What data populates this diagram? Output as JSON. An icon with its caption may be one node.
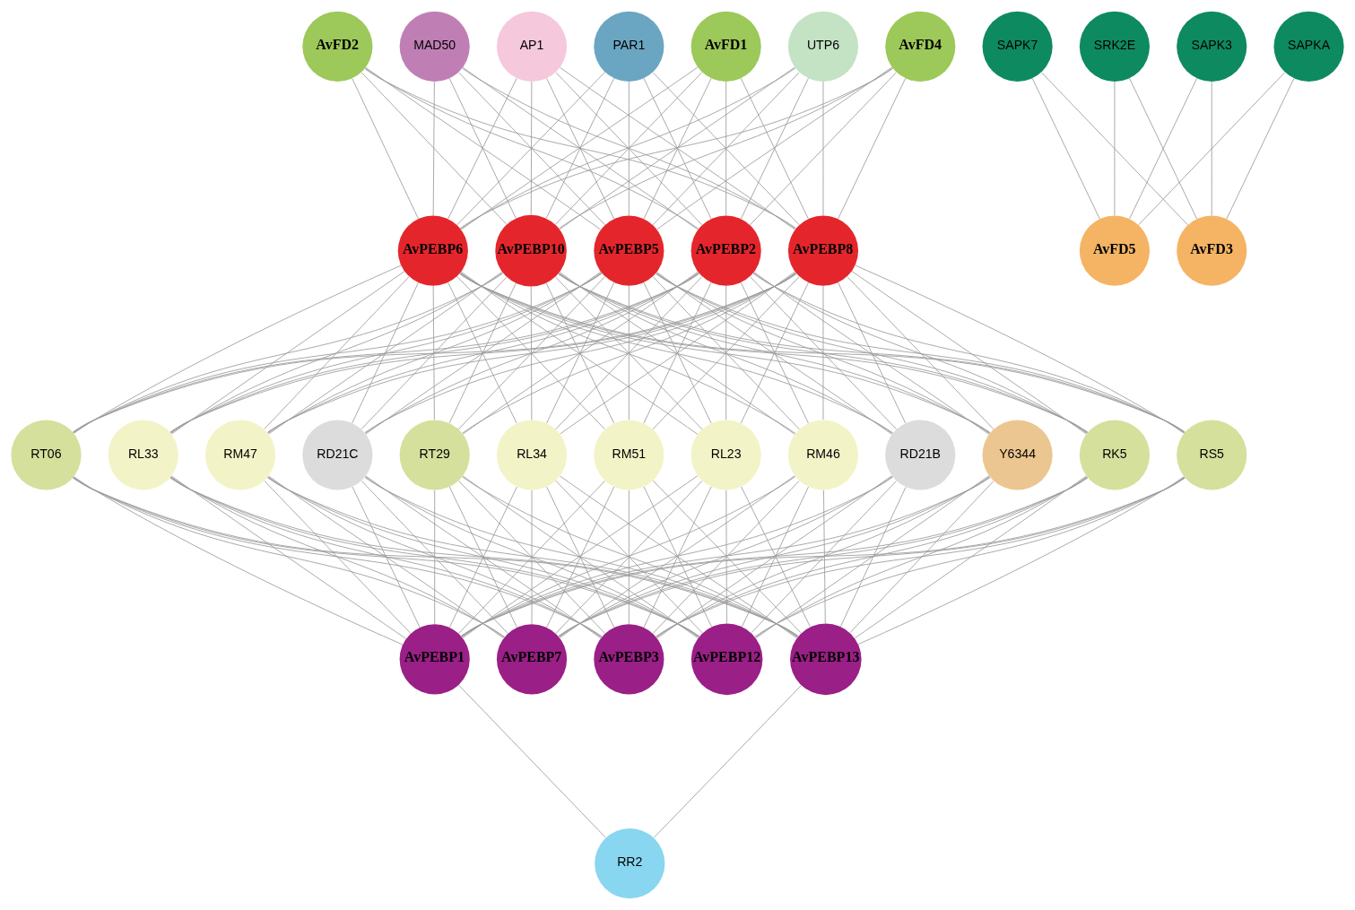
{
  "diagram": {
    "nodes": [
      {
        "text": [
          "MAD50"
        ]
      },
      {
        "text": [
          "AP1"
        ]
      },
      {
        "text": [
          "PAR1"
        ]
      },
      {
        "text": [
          "SAPK3"
        ]
      },
      {
        "text": [
          "SAPKA"
        ]
      },
      {
        "text": [
          "AvFD1"
        ]
      },
      {
        "text": [
          "AvPEBP8"
        ]
      },
      {
        "text": [
          "UTP6"
        ]
      },
      {
        "text": [
          "SAPK7"
        ]
      },
      {
        "text": [
          "SRK2E"
        ]
      },
      {
        "text": [
          "AvFD4"
        ]
      },
      {
        "text": [
          "AvPEBP6"
        ]
      },
      {
        "text": [
          "AvPEBP10"
        ]
      },
      {
        "text": [
          "AvFD2"
        ]
      },
      {
        "text": [
          "AvFD5"
        ]
      },
      {
        "text": [
          "AvFD3"
        ]
      },
      {
        "text": [
          "AvPEBP5"
        ]
      },
      {
        "text": [
          "AvPEBP2"
        ]
      },
      {
        "text": [
          "RL23"
        ]
      },
      {
        "text": [
          "RM46"
        ]
      },
      {
        "text": [
          "RD21B"
        ]
      },
      {
        "text": [
          "Y6344"
        ]
      },
      {
        "text": [
          "RK5"
        ]
      },
      {
        "text": [
          "RS5"
        ]
      },
      {
        "text": [
          "RT06"
        ]
      },
      {
        "text": [
          "RL33"
        ]
      },
      {
        "text": [
          "RM47"
        ]
      },
      {
        "text": [
          "RD21C"
        ]
      },
      {
        "text": [
          "RT29"
        ]
      },
      {
        "text": [
          "RL34"
        ]
      },
      {
        "text": [
          "RM51"
        ]
      },
      {
        "text": [
          "AvPEBP1"
        ]
      },
      {
        "text": [
          "AvPEBP7"
        ]
      },
      {
        "text": [
          "AvPEBP3"
        ]
      },
      {
        "text": [
          "AvPEBP13"
        ]
      },
      {
        "text": [
          "AvPEBP12"
        ]
      },
      {
        "text": [
          "RR2"
        ]
      }
    ],
    "edges": [
      {
        "from": 0,
        "to": 6,
        "arrow": "none"
      },
      {
        "from": 0,
        "to": 11,
        "arrow": "none"
      },
      {
        "from": 0,
        "to": 12,
        "arrow": "none"
      },
      {
        "from": 0,
        "to": 16,
        "arrow": "none"
      },
      {
        "from": 0,
        "to": 17,
        "arrow": "none"
      },
      {
        "from": 1,
        "to": 6,
        "arrow": "none"
      },
      {
        "from": 1,
        "to": 11,
        "arrow": "none"
      },
      {
        "from": 1,
        "to": 12,
        "arrow": "none"
      },
      {
        "from": 1,
        "to": 16,
        "arrow": "none"
      },
      {
        "from": 1,
        "to": 17,
        "arrow": "none"
      },
      {
        "from": 2,
        "to": 6,
        "arrow": "none"
      },
      {
        "from": 2,
        "to": 11,
        "arrow": "none"
      },
      {
        "from": 2,
        "to": 12,
        "arrow": "none"
      },
      {
        "from": 2,
        "to": 16,
        "arrow": "none"
      },
      {
        "from": 2,
        "to": 17,
        "arrow": "none"
      },
      {
        "from": 5,
        "to": 6,
        "arrow": "none"
      },
      {
        "from": 5,
        "to": 11,
        "arrow": "none"
      },
      {
        "from": 5,
        "to": 12,
        "arrow": "none"
      },
      {
        "from": 5,
        "to": 16,
        "arrow": "none"
      },
      {
        "from": 5,
        "to": 17,
        "arrow": "none"
      },
      {
        "from": 10,
        "to": 6,
        "arrow": "none"
      },
      {
        "from": 10,
        "to": 11,
        "arrow": "none"
      },
      {
        "from": 10,
        "to": 12,
        "arrow": "none"
      },
      {
        "from": 10,
        "to": 16,
        "arrow": "none"
      },
      {
        "from": 10,
        "to": 17,
        "arrow": "none"
      },
      {
        "from": 13,
        "to": 6,
        "arrow": "none"
      },
      {
        "from": 13,
        "to": 11,
        "arrow": "none"
      },
      {
        "from": 13,
        "to": 12,
        "arrow": "none"
      },
      {
        "from": 13,
        "to": 16,
        "arrow": "none"
      },
      {
        "from": 13,
        "to": 17,
        "arrow": "none"
      },
      {
        "from": 7,
        "to": 6,
        "arrow": "none"
      },
      {
        "from": 7,
        "to": 11,
        "arrow": "none"
      },
      {
        "from": 7,
        "to": 12,
        "arrow": "none"
      },
      {
        "from": 7,
        "to": 16,
        "arrow": "none"
      },
      {
        "from": 7,
        "to": 17,
        "arrow": "none"
      },
      {
        "from": 6,
        "to": 18,
        "arrow": "none"
      },
      {
        "from": 6,
        "to": 19,
        "arrow": "none"
      },
      {
        "from": 6,
        "to": 25,
        "arrow": "none"
      },
      {
        "from": 6,
        "to": 26,
        "arrow": "none"
      },
      {
        "from": 6,
        "to": 29,
        "arrow": "none"
      },
      {
        "from": 6,
        "to": 30,
        "arrow": "none"
      },
      {
        "from": 6,
        "to": 20,
        "arrow": "none"
      },
      {
        "from": 6,
        "to": 27,
        "arrow": "none"
      },
      {
        "from": 6,
        "to": 21,
        "arrow": "none"
      },
      {
        "from": 6,
        "to": 22,
        "arrow": "none"
      },
      {
        "from": 6,
        "to": 23,
        "arrow": "none"
      },
      {
        "from": 6,
        "to": 24,
        "arrow": "none"
      },
      {
        "from": 6,
        "to": 28,
        "arrow": "none"
      },
      {
        "from": 11,
        "to": 18,
        "arrow": "none"
      },
      {
        "from": 11,
        "to": 19,
        "arrow": "none"
      },
      {
        "from": 11,
        "to": 25,
        "arrow": "none"
      },
      {
        "from": 11,
        "to": 26,
        "arrow": "none"
      },
      {
        "from": 11,
        "to": 29,
        "arrow": "none"
      },
      {
        "from": 11,
        "to": 30,
        "arrow": "none"
      },
      {
        "from": 11,
        "to": 20,
        "arrow": "none"
      },
      {
        "from": 11,
        "to": 27,
        "arrow": "none"
      },
      {
        "from": 11,
        "to": 21,
        "arrow": "none"
      },
      {
        "from": 11,
        "to": 22,
        "arrow": "none"
      },
      {
        "from": 11,
        "to": 23,
        "arrow": "none"
      },
      {
        "from": 11,
        "to": 24,
        "arrow": "none"
      },
      {
        "from": 11,
        "to": 28,
        "arrow": "none"
      },
      {
        "from": 12,
        "to": 18,
        "arrow": "none"
      },
      {
        "from": 12,
        "to": 19,
        "arrow": "none"
      },
      {
        "from": 12,
        "to": 25,
        "arrow": "none"
      },
      {
        "from": 12,
        "to": 26,
        "arrow": "none"
      },
      {
        "from": 12,
        "to": 29,
        "arrow": "none"
      },
      {
        "from": 12,
        "to": 30,
        "arrow": "none"
      },
      {
        "from": 12,
        "to": 20,
        "arrow": "none"
      },
      {
        "from": 12,
        "to": 27,
        "arrow": "none"
      },
      {
        "from": 12,
        "to": 21,
        "arrow": "none"
      },
      {
        "from": 12,
        "to": 22,
        "arrow": "none"
      },
      {
        "from": 12,
        "to": 23,
        "arrow": "none"
      },
      {
        "from": 12,
        "to": 24,
        "arrow": "none"
      },
      {
        "from": 12,
        "to": 28,
        "arrow": "none"
      },
      {
        "from": 16,
        "to": 18,
        "arrow": "none"
      },
      {
        "from": 16,
        "to": 19,
        "arrow": "none"
      },
      {
        "from": 16,
        "to": 25,
        "arrow": "none"
      },
      {
        "from": 16,
        "to": 26,
        "arrow": "none"
      },
      {
        "from": 16,
        "to": 29,
        "arrow": "none"
      },
      {
        "from": 16,
        "to": 30,
        "arrow": "none"
      },
      {
        "from": 16,
        "to": 20,
        "arrow": "none"
      },
      {
        "from": 16,
        "to": 27,
        "arrow": "none"
      },
      {
        "from": 16,
        "to": 21,
        "arrow": "none"
      },
      {
        "from": 16,
        "to": 22,
        "arrow": "none"
      },
      {
        "from": 16,
        "to": 23,
        "arrow": "none"
      },
      {
        "from": 16,
        "to": 24,
        "arrow": "none"
      },
      {
        "from": 16,
        "to": 28,
        "arrow": "none"
      },
      {
        "from": 17,
        "to": 18,
        "arrow": "none"
      },
      {
        "from": 17,
        "to": 19,
        "arrow": "none"
      },
      {
        "from": 17,
        "to": 25,
        "arrow": "none"
      },
      {
        "from": 17,
        "to": 26,
        "arrow": "none"
      },
      {
        "from": 17,
        "to": 29,
        "arrow": "none"
      },
      {
        "from": 17,
        "to": 30,
        "arrow": "none"
      },
      {
        "from": 17,
        "to": 20,
        "arrow": "none"
      },
      {
        "from": 17,
        "to": 27,
        "arrow": "none"
      },
      {
        "from": 17,
        "to": 21,
        "arrow": "none"
      },
      {
        "from": 17,
        "to": 22,
        "arrow": "none"
      },
      {
        "from": 17,
        "to": 23,
        "arrow": "none"
      },
      {
        "from": 17,
        "to": 24,
        "arrow": "none"
      },
      {
        "from": 17,
        "to": 28,
        "arrow": "none"
      },
      {
        "from": 18,
        "to": 31,
        "arrow": "none"
      },
      {
        "from": 18,
        "to": 32,
        "arrow": "none"
      },
      {
        "from": 18,
        "to": 33,
        "arrow": "none"
      },
      {
        "from": 18,
        "to": 34,
        "arrow": "none"
      },
      {
        "from": 18,
        "to": 35,
        "arrow": "none"
      },
      {
        "from": 25,
        "to": 31,
        "arrow": "none"
      },
      {
        "from": 25,
        "to": 32,
        "arrow": "none"
      },
      {
        "from": 25,
        "to": 33,
        "arrow": "none"
      },
      {
        "from": 25,
        "to": 34,
        "arrow": "none"
      },
      {
        "from": 25,
        "to": 35,
        "arrow": "none"
      },
      {
        "from": 29,
        "to": 31,
        "arrow": "none"
      },
      {
        "from": 29,
        "to": 32,
        "arrow": "none"
      },
      {
        "from": 29,
        "to": 33,
        "arrow": "none"
      },
      {
        "from": 29,
        "to": 34,
        "arrow": "none"
      },
      {
        "from": 29,
        "to": 35,
        "arrow": "none"
      },
      {
        "from": 19,
        "to": 31,
        "arrow": "none"
      },
      {
        "from": 19,
        "to": 32,
        "arrow": "none"
      },
      {
        "from": 19,
        "to": 33,
        "arrow": "none"
      },
      {
        "from": 19,
        "to": 34,
        "arrow": "none"
      },
      {
        "from": 19,
        "to": 35,
        "arrow": "none"
      },
      {
        "from": 26,
        "to": 31,
        "arrow": "none"
      },
      {
        "from": 26,
        "to": 32,
        "arrow": "none"
      },
      {
        "from": 26,
        "to": 33,
        "arrow": "none"
      },
      {
        "from": 26,
        "to": 34,
        "arrow": "none"
      },
      {
        "from": 26,
        "to": 35,
        "arrow": "none"
      },
      {
        "from": 30,
        "to": 31,
        "arrow": "none"
      },
      {
        "from": 30,
        "to": 32,
        "arrow": "none"
      },
      {
        "from": 30,
        "to": 33,
        "arrow": "none"
      },
      {
        "from": 30,
        "to": 34,
        "arrow": "none"
      },
      {
        "from": 30,
        "to": 35,
        "arrow": "none"
      },
      {
        "from": 20,
        "to": 31,
        "arrow": "none"
      },
      {
        "from": 20,
        "to": 32,
        "arrow": "none"
      },
      {
        "from": 20,
        "to": 33,
        "arrow": "none"
      },
      {
        "from": 20,
        "to": 34,
        "arrow": "none"
      },
      {
        "from": 20,
        "to": 35,
        "arrow": "none"
      },
      {
        "from": 27,
        "to": 31,
        "arrow": "none"
      },
      {
        "from": 27,
        "to": 32,
        "arrow": "none"
      },
      {
        "from": 27,
        "to": 33,
        "arrow": "none"
      },
      {
        "from": 27,
        "to": 34,
        "arrow": "none"
      },
      {
        "from": 27,
        "to": 35,
        "arrow": "none"
      },
      {
        "from": 21,
        "to": 31,
        "arrow": "none"
      },
      {
        "from": 21,
        "to": 32,
        "arrow": "none"
      },
      {
        "from": 21,
        "to": 33,
        "arrow": "none"
      },
      {
        "from": 21,
        "to": 34,
        "arrow": "none"
      },
      {
        "from": 21,
        "to": 35,
        "arrow": "none"
      },
      {
        "from": 22,
        "to": 31,
        "arrow": "none"
      },
      {
        "from": 22,
        "to": 32,
        "arrow": "none"
      },
      {
        "from": 22,
        "to": 33,
        "arrow": "none"
      },
      {
        "from": 22,
        "to": 34,
        "arrow": "none"
      },
      {
        "from": 22,
        "to": 35,
        "arrow": "none"
      },
      {
        "from": 23,
        "to": 31,
        "arrow": "none"
      },
      {
        "from": 23,
        "to": 32,
        "arrow": "none"
      },
      {
        "from": 23,
        "to": 33,
        "arrow": "none"
      },
      {
        "from": 23,
        "to": 34,
        "arrow": "none"
      },
      {
        "from": 23,
        "to": 35,
        "arrow": "none"
      },
      {
        "from": 24,
        "to": 31,
        "arrow": "none"
      },
      {
        "from": 24,
        "to": 32,
        "arrow": "none"
      },
      {
        "from": 24,
        "to": 33,
        "arrow": "none"
      },
      {
        "from": 24,
        "to": 34,
        "arrow": "none"
      },
      {
        "from": 24,
        "to": 35,
        "arrow": "none"
      },
      {
        "from": 28,
        "to": 31,
        "arrow": "none"
      },
      {
        "from": 28,
        "to": 32,
        "arrow": "none"
      },
      {
        "from": 28,
        "to": 33,
        "arrow": "none"
      },
      {
        "from": 28,
        "to": 34,
        "arrow": "none"
      },
      {
        "from": 28,
        "to": 35,
        "arrow": "none"
      },
      {
        "from": 8,
        "to": 14,
        "arrow": "none"
      },
      {
        "from": 8,
        "to": 15,
        "arrow": "none"
      },
      {
        "from": 3,
        "to": 14,
        "arrow": "none"
      },
      {
        "from": 3,
        "to": 15,
        "arrow": "none"
      },
      {
        "from": 4,
        "to": 14,
        "arrow": "none"
      },
      {
        "from": 4,
        "to": 15,
        "arrow": "none"
      },
      {
        "from": 9,
        "to": 14,
        "arrow": "none"
      },
      {
        "from": 9,
        "to": 15,
        "arrow": "none"
      },
      {
        "from": 31,
        "to": 36,
        "arrow": "none"
      },
      {
        "from": 34,
        "to": 36,
        "arrow": "none"
      }
    ]
  }
}
